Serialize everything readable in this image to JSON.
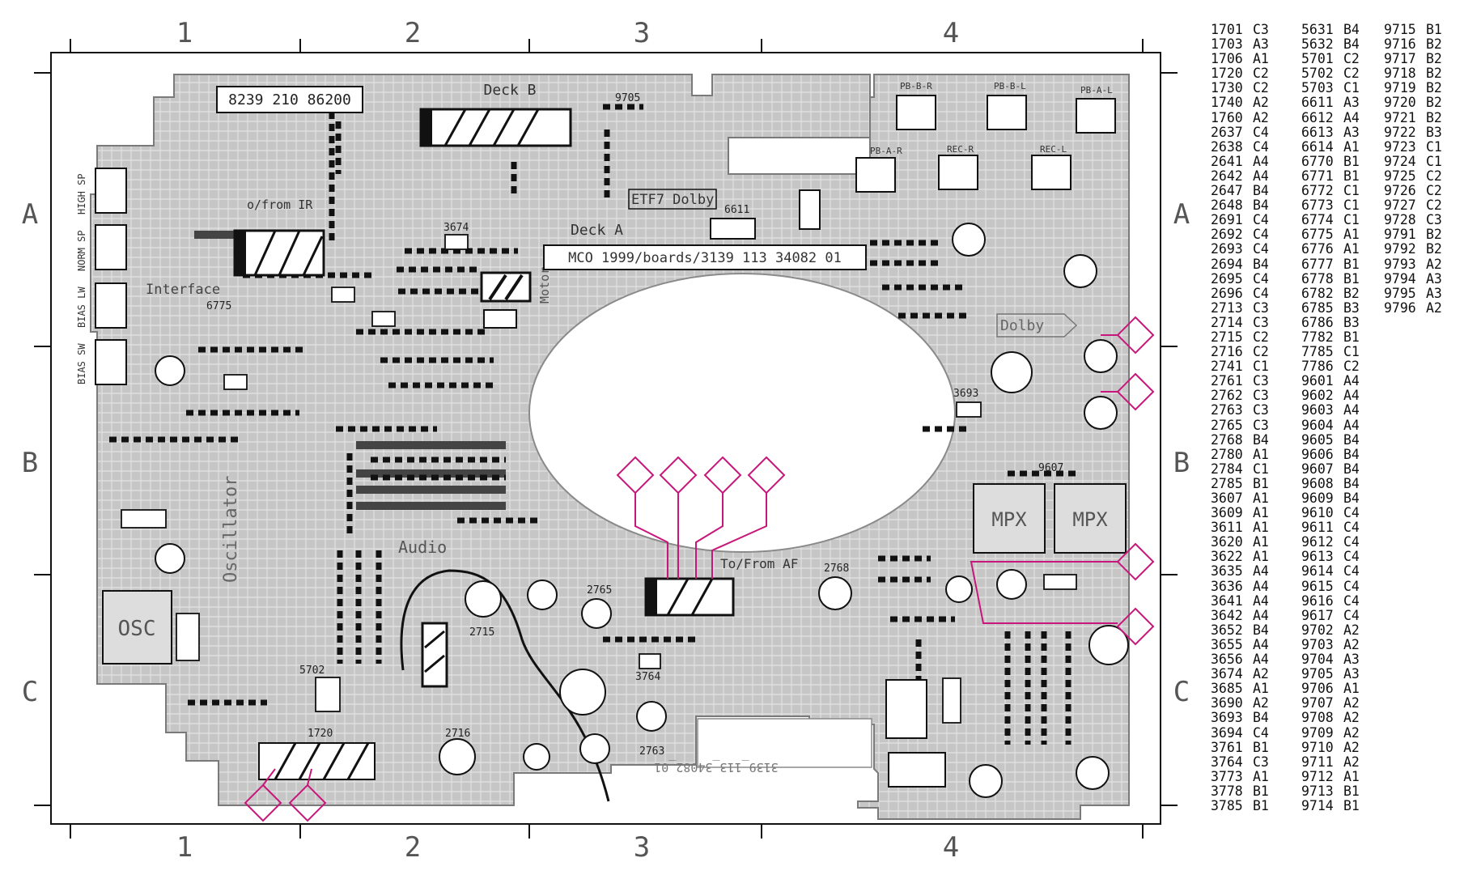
{
  "grid": {
    "columns": [
      "1",
      "2",
      "3",
      "4"
    ],
    "rows": [
      "A",
      "B",
      "C"
    ]
  },
  "board": {
    "part_number_label": "8239 210 86200",
    "deck_a": "Deck A",
    "deck_b": "Deck B",
    "dolby_flag": "Dolby",
    "etf_dolby": "ETF7 Dolby",
    "board_path": "MCO 1999/boards/3139 113 34082 01",
    "board_code": "3139_113_34082_01",
    "interface": "Interface",
    "to_from_ir": "o/from IR",
    "to_from_af": "To/From AF",
    "audio": "Audio",
    "oscillator": "Oscillator",
    "osc": "OSC",
    "motor": "Motor",
    "mpx": "MPX",
    "connectors_left": [
      "HIGH SP",
      "NORM SP",
      "BIAS LW",
      "BIAS SW"
    ],
    "connectors_top": [
      "PB-B-R",
      "PB-B-L",
      "PB-A-L",
      "PB-A-R",
      "REC-R",
      "REC-L"
    ]
  },
  "colors": {
    "copper": "#c4c4c4",
    "trace": "#e6e6e6",
    "ink": "#111111",
    "test_point": "#c8177a"
  },
  "index": [
    [
      [
        "1701",
        "C3"
      ],
      [
        "1703",
        "A3"
      ],
      [
        "1706",
        "A1"
      ],
      [
        "1720",
        "C2"
      ],
      [
        "1730",
        "C2"
      ],
      [
        "1740",
        "A2"
      ],
      [
        "1760",
        "A2"
      ],
      [
        "2637",
        "C4"
      ],
      [
        "2638",
        "C4"
      ],
      [
        "2641",
        "A4"
      ],
      [
        "2642",
        "A4"
      ],
      [
        "2647",
        "B4"
      ],
      [
        "2648",
        "B4"
      ],
      [
        "2691",
        "C4"
      ],
      [
        "2692",
        "C4"
      ],
      [
        "2693",
        "C4"
      ],
      [
        "2694",
        "B4"
      ],
      [
        "2695",
        "C4"
      ],
      [
        "2696",
        "C4"
      ],
      [
        "2713",
        "C3"
      ],
      [
        "2714",
        "C3"
      ],
      [
        "2715",
        "C2"
      ],
      [
        "2716",
        "C2"
      ],
      [
        "2741",
        "C1"
      ],
      [
        "2761",
        "C3"
      ],
      [
        "2762",
        "C3"
      ],
      [
        "2763",
        "C3"
      ],
      [
        "2765",
        "C3"
      ],
      [
        "2768",
        "B4"
      ],
      [
        "2780",
        "A1"
      ],
      [
        "2784",
        "C1"
      ],
      [
        "2785",
        "B1"
      ],
      [
        "3607",
        "A1"
      ],
      [
        "3609",
        "A1"
      ],
      [
        "3611",
        "A1"
      ],
      [
        "3620",
        "A1"
      ],
      [
        "3622",
        "A1"
      ],
      [
        "3635",
        "A4"
      ],
      [
        "3636",
        "A4"
      ],
      [
        "3641",
        "A4"
      ],
      [
        "3642",
        "A4"
      ],
      [
        "3652",
        "B4"
      ],
      [
        "3655",
        "A4"
      ],
      [
        "3656",
        "A4"
      ],
      [
        "3674",
        "A2"
      ],
      [
        "3685",
        "A1"
      ],
      [
        "3690",
        "A2"
      ],
      [
        "3693",
        "B4"
      ],
      [
        "3694",
        "C4"
      ],
      [
        "3761",
        "B1"
      ],
      [
        "3764",
        "C3"
      ],
      [
        "3773",
        "A1"
      ],
      [
        "3778",
        "B1"
      ],
      [
        "3785",
        "B1"
      ]
    ],
    [
      [
        "5631",
        "B4"
      ],
      [
        "5632",
        "B4"
      ],
      [
        "5701",
        "C2"
      ],
      [
        "5702",
        "C2"
      ],
      [
        "5703",
        "C1"
      ],
      [
        "6611",
        "A3"
      ],
      [
        "6612",
        "A4"
      ],
      [
        "6613",
        "A3"
      ],
      [
        "6614",
        "A1"
      ],
      [
        "6770",
        "B1"
      ],
      [
        "6771",
        "B1"
      ],
      [
        "6772",
        "C1"
      ],
      [
        "6773",
        "C1"
      ],
      [
        "6774",
        "C1"
      ],
      [
        "6775",
        "A1"
      ],
      [
        "6776",
        "A1"
      ],
      [
        "6777",
        "B1"
      ],
      [
        "6778",
        "B1"
      ],
      [
        "6782",
        "B2"
      ],
      [
        "6785",
        "B3"
      ],
      [
        "6786",
        "B3"
      ],
      [
        "7782",
        "B1"
      ],
      [
        "7785",
        "C1"
      ],
      [
        "7786",
        "C2"
      ],
      [
        "9601",
        "A4"
      ],
      [
        "9602",
        "A4"
      ],
      [
        "9603",
        "A4"
      ],
      [
        "9604",
        "A4"
      ],
      [
        "9605",
        "B4"
      ],
      [
        "9606",
        "B4"
      ],
      [
        "9607",
        "B4"
      ],
      [
        "9608",
        "B4"
      ],
      [
        "9609",
        "B4"
      ],
      [
        "9610",
        "C4"
      ],
      [
        "9611",
        "C4"
      ],
      [
        "9612",
        "C4"
      ],
      [
        "9613",
        "C4"
      ],
      [
        "9614",
        "C4"
      ],
      [
        "9615",
        "C4"
      ],
      [
        "9616",
        "C4"
      ],
      [
        "9617",
        "C4"
      ],
      [
        "9702",
        "A2"
      ],
      [
        "9703",
        "A2"
      ],
      [
        "9704",
        "A3"
      ],
      [
        "9705",
        "A3"
      ],
      [
        "9706",
        "A1"
      ],
      [
        "9707",
        "A2"
      ],
      [
        "9708",
        "A2"
      ],
      [
        "9709",
        "A2"
      ],
      [
        "9710",
        "A2"
      ],
      [
        "9711",
        "A2"
      ],
      [
        "9712",
        "A1"
      ],
      [
        "9713",
        "B1"
      ],
      [
        "9714",
        "B1"
      ]
    ],
    [
      [
        "9715",
        "B1"
      ],
      [
        "9716",
        "B2"
      ],
      [
        "9717",
        "B2"
      ],
      [
        "9718",
        "B2"
      ],
      [
        "9719",
        "B2"
      ],
      [
        "9720",
        "B2"
      ],
      [
        "9721",
        "B2"
      ],
      [
        "9722",
        "B3"
      ],
      [
        "9723",
        "C1"
      ],
      [
        "9724",
        "C1"
      ],
      [
        "9725",
        "C2"
      ],
      [
        "9726",
        "C2"
      ],
      [
        "9727",
        "C2"
      ],
      [
        "9728",
        "C3"
      ],
      [
        "9791",
        "B2"
      ],
      [
        "9792",
        "B2"
      ],
      [
        "9793",
        "A2"
      ],
      [
        "9794",
        "A3"
      ],
      [
        "9795",
        "A3"
      ],
      [
        "9796",
        "A2"
      ]
    ]
  ]
}
